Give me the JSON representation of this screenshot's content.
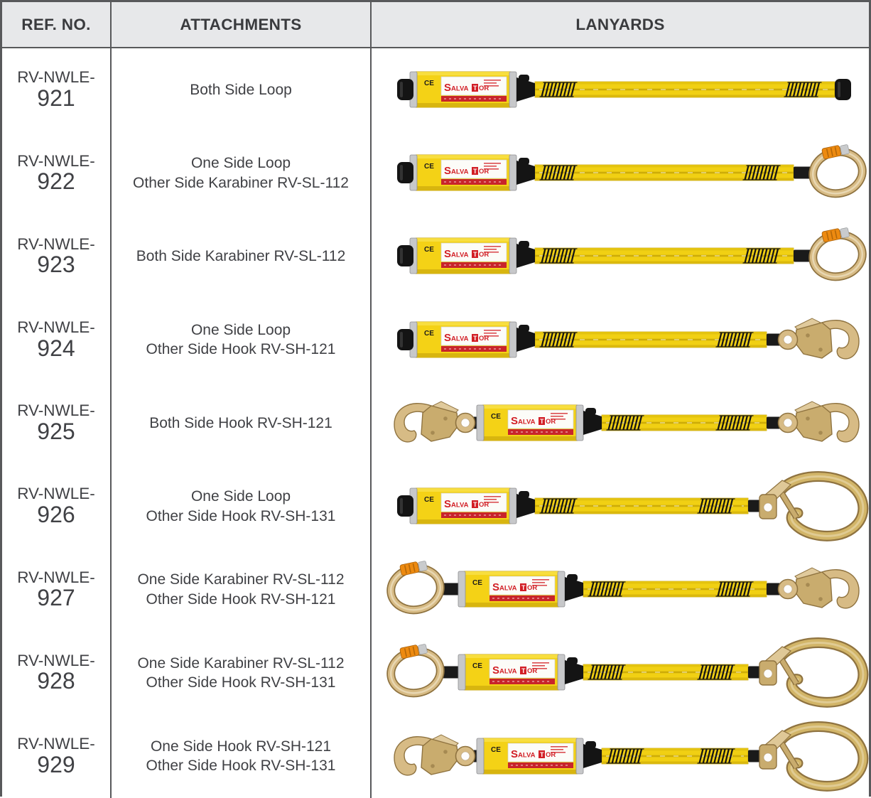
{
  "table": {
    "headers": {
      "ref": "REF. NO.",
      "attachments": "ATTACHMENTS",
      "lanyards": "LANYARDS"
    },
    "rows": [
      {
        "ref_prefix": "RV-NWLE-",
        "ref_number": "921",
        "attachment_lines": [
          "Both Side Loop"
        ],
        "lanyard": {
          "left": "loop",
          "right": "loop"
        }
      },
      {
        "ref_prefix": "RV-NWLE-",
        "ref_number": "922",
        "attachment_lines": [
          "One Side Loop",
          "Other Side Karabiner RV-SL-112"
        ],
        "lanyard": {
          "left": "loop",
          "right": "karabiner"
        }
      },
      {
        "ref_prefix": "RV-NWLE-",
        "ref_number": "923",
        "attachment_lines": [
          "Both Side Karabiner RV-SL-112"
        ],
        "lanyard": {
          "left": "loop",
          "right": "karabiner"
        }
      },
      {
        "ref_prefix": "RV-NWLE-",
        "ref_number": "924",
        "attachment_lines": [
          "One Side Loop",
          "Other Side Hook RV-SH-121"
        ],
        "lanyard": {
          "left": "loop",
          "right": "hook121"
        }
      },
      {
        "ref_prefix": "RV-NWLE-",
        "ref_number": "925",
        "attachment_lines": [
          "Both Side Hook RV-SH-121"
        ],
        "lanyard": {
          "left": "hook121",
          "right": "hook121"
        }
      },
      {
        "ref_prefix": "RV-NWLE-",
        "ref_number": "926",
        "attachment_lines": [
          "One Side Loop",
          "Other Side Hook RV-SH-131"
        ],
        "lanyard": {
          "left": "loop",
          "right": "hook131"
        }
      },
      {
        "ref_prefix": "RV-NWLE-",
        "ref_number": "927",
        "attachment_lines": [
          "One Side Karabiner RV-SL-112",
          "Other Side Hook RV-SH-121"
        ],
        "lanyard": {
          "left": "karabiner",
          "right": "hook121"
        }
      },
      {
        "ref_prefix": "RV-NWLE-",
        "ref_number": "928",
        "attachment_lines": [
          "One Side Karabiner RV-SL-112",
          "Other Side Hook RV-SH-131"
        ],
        "lanyard": {
          "left": "karabiner",
          "right": "hook131"
        }
      },
      {
        "ref_prefix": "RV-NWLE-",
        "ref_number": "929",
        "attachment_lines": [
          "One Side Hook RV-SH-121",
          "Other Side Hook RV-SH-131"
        ],
        "lanyard": {
          "left": "hook121",
          "right": "hook131"
        }
      }
    ]
  },
  "branding": {
    "absorber_brand": "SALVATOR",
    "ce_mark": "CE"
  },
  "colors": {
    "border_gray": "#58595B",
    "header_bg": "#E7E8EA",
    "text_dark": "#404145",
    "webbing_yellow": "#F1D013",
    "webbing_edge": "#C7A50A",
    "webbing_stripe": "#C9A708",
    "absorber_yellow": "#F4D216",
    "label_white": "#FCFCF8",
    "brand_red": "#D21F26",
    "strip_red": "#C8242B",
    "metal_gray": "#C7C8CA",
    "brass_light": "#D7BB85",
    "brass_mid": "#C9AC6E",
    "brass_dark": "#8F7340",
    "sleeve_orange": "#ED8A10",
    "black": "#141414"
  }
}
